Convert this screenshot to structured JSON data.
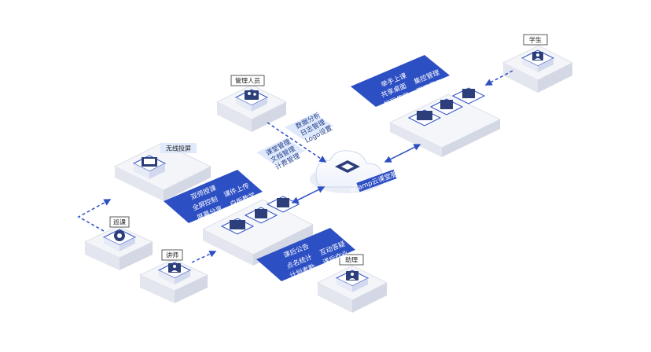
{
  "roles": {
    "student": "学生",
    "admin": "管理人员",
    "inspector": "巡课",
    "lecturer": "讲师",
    "assistant": "助理"
  },
  "screen_label": "无线投屏",
  "cloud_label": "yCamp云课堂服务",
  "panels": {
    "student_features": [
      "举手上课",
      "共享桌面",
      "集控管理",
      "扫码传屏",
      "聊天互动"
    ],
    "admin_features": [
      "数据分析",
      "日志管理",
      "Logo设置"
    ],
    "admin_features_2": [
      "课堂管理",
      "文档管理",
      "计费管理"
    ],
    "lecturer_features": [
      "双师授课",
      "全屏控制",
      "课件上传",
      "屏幕分享",
      "白板教学"
    ],
    "assistant_features": [
      "课后公告",
      "点名统计",
      "互动答疑",
      "计划考勤",
      "课后作业"
    ]
  },
  "colors": {
    "primary_blue": "#2d4fc4",
    "light_panel": "#dfe9fb",
    "box_top": "#f5f6fa",
    "box_side": "#e4e6ee"
  },
  "icons": {
    "student": "student-icon",
    "admin": "admin-icon",
    "inspector": "camera-icon",
    "lecturer": "lecturer-icon",
    "assistant": "assistant-icon",
    "cloud": "cloud-icon",
    "monitor": "monitor-icon"
  }
}
